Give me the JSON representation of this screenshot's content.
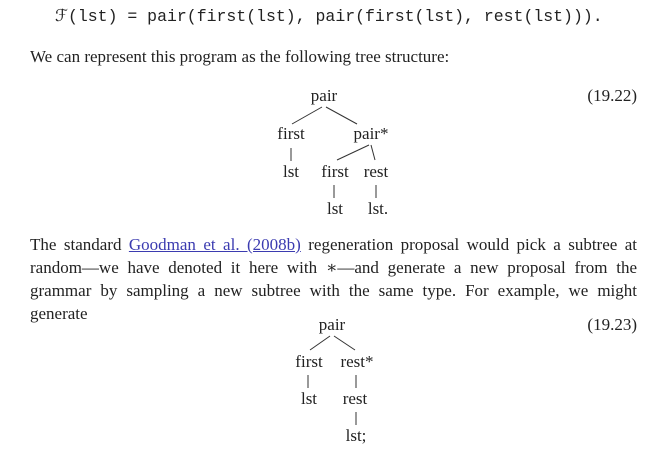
{
  "formula": "ℱ(lst) = pair(first(lst), pair(first(lst), rest(lst))).",
  "intro": "We can represent this program as the following tree structure:",
  "tree1": {
    "eq_number": "(19.22)",
    "root": "pair",
    "l1_left": "first",
    "l1_right": "pair*",
    "l2_left": "lst",
    "l2_mid": "first",
    "l2_right": "rest",
    "l3_mid": "lst",
    "l3_right": "lst."
  },
  "paragraph": {
    "before": "The standard ",
    "citation": "Goodman et al. (2008b)",
    "after": " regeneration proposal would pick a subtree at random—we have denoted it here with ∗—and generate a new proposal from the grammar by sampling a new subtree with the same type. For example, we might generate"
  },
  "tree2": {
    "eq_number": "(19.23)",
    "root": "pair",
    "l1_left": "first",
    "l1_right": "rest*",
    "l2_left": "lst",
    "l2_right": "rest",
    "l3_right": "lst;"
  }
}
